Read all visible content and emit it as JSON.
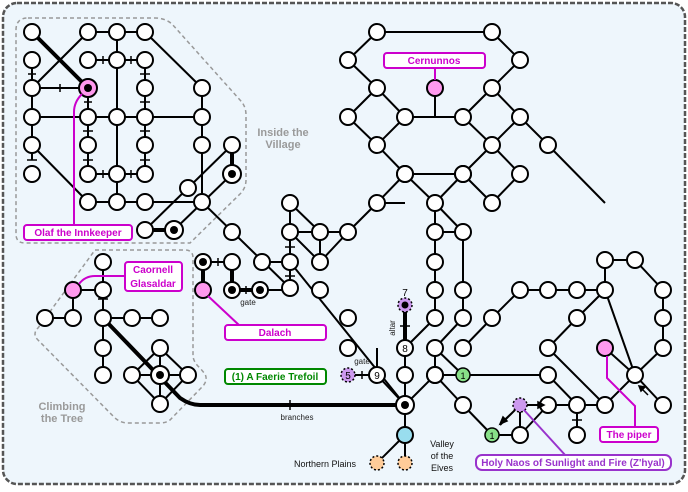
{
  "map": {
    "colors": {
      "background": "#eef6fc",
      "frame_border": "#555555",
      "node_fill": "#ffffff",
      "npc_pink": "#ff99ee",
      "callout_magenta": "#cc00cc",
      "quest_green": "#88e088",
      "quest_green_border": "#008800",
      "shrine_purple": "#cc99ee",
      "exit_orange": "#ffcc99",
      "exit_cyan": "#99ddee",
      "region_gray": "#999999"
    },
    "regions": [
      {
        "id": "village",
        "label_lines": [
          "Inside the",
          "Village"
        ]
      },
      {
        "id": "tree",
        "label_lines": [
          "Climbing",
          "the Tree"
        ]
      }
    ],
    "callouts": {
      "olaf": "Olaf the Innkeeper",
      "caornell_line1": "Caornell",
      "caornell_line2": "Glasaldar",
      "dalach": "Dalach",
      "cernunnos": "Cernunnos",
      "piper": "The piper",
      "naos": "Holy Naos of Sunlight and Fire (Z'hyal)",
      "faerie_trefoil": "(1) A Faerie Trefoil"
    },
    "node_numbers": {
      "n7": "7",
      "n8": "8",
      "n9": "9",
      "n5": "5",
      "q1a": "1",
      "q1b": "1"
    },
    "edge_labels": {
      "gate_dalach": "gate",
      "gate_9": "gate",
      "altar": "altar",
      "branches": "branches"
    },
    "places": {
      "northern_plains": "Northern Plains",
      "valley_line1": "Valley",
      "valley_line2": "of the",
      "valley_line3": "Elves"
    }
  }
}
